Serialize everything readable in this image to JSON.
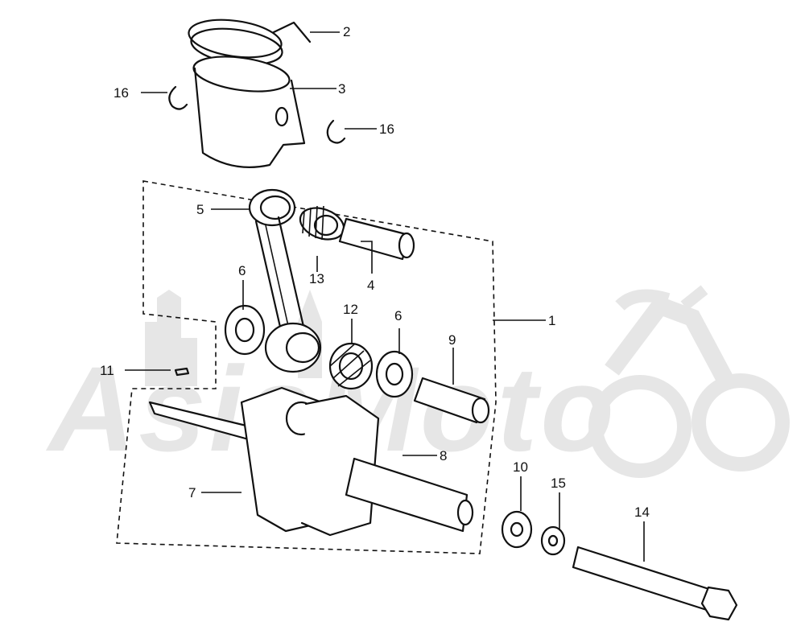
{
  "diagram": {
    "watermark_text": "AsiaMoto",
    "colors": {
      "ink": "#111111",
      "watermark": "#e6e6e6",
      "background": "#ffffff"
    },
    "callouts": [
      {
        "id": "1",
        "label": "1"
      },
      {
        "id": "2",
        "label": "2"
      },
      {
        "id": "3",
        "label": "3"
      },
      {
        "id": "4",
        "label": "4"
      },
      {
        "id": "5",
        "label": "5"
      },
      {
        "id": "6a",
        "label": "6"
      },
      {
        "id": "6b",
        "label": "6"
      },
      {
        "id": "7",
        "label": "7"
      },
      {
        "id": "8",
        "label": "8"
      },
      {
        "id": "9",
        "label": "9"
      },
      {
        "id": "10",
        "label": "10"
      },
      {
        "id": "11",
        "label": "11"
      },
      {
        "id": "12",
        "label": "12"
      },
      {
        "id": "13",
        "label": "13"
      },
      {
        "id": "14",
        "label": "14"
      },
      {
        "id": "15",
        "label": "15"
      },
      {
        "id": "16a",
        "label": "16"
      },
      {
        "id": "16b",
        "label": "16"
      }
    ]
  }
}
